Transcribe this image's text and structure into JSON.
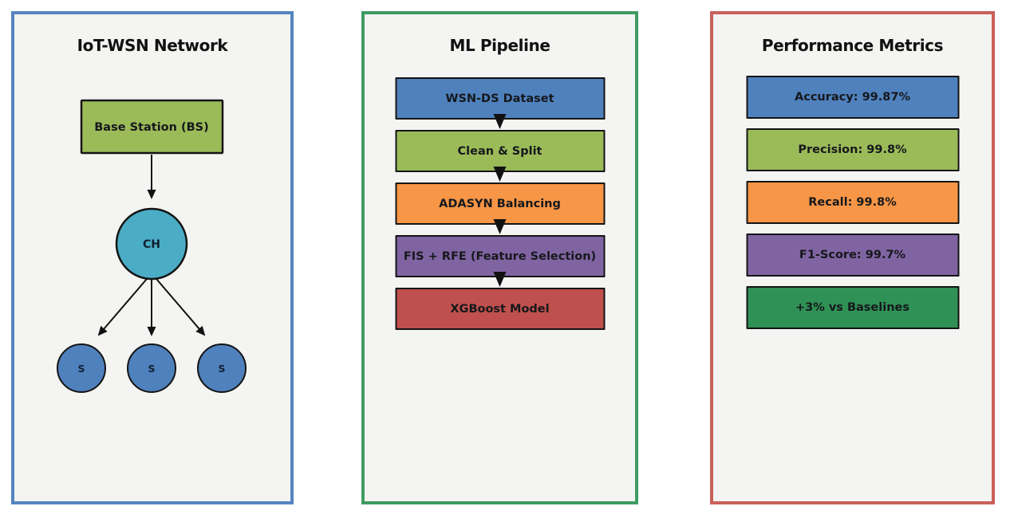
{
  "palette": {
    "blue": "#4F81BD",
    "yellow_green": "#9BBB59",
    "orange": "#F79646",
    "purple": "#8064A2",
    "red": "#C0504D",
    "cyan": "#4BACC6",
    "dark_green": "#2F9155",
    "panel_border_blue": "#5585C0",
    "panel_border_green": "#3F9B63",
    "panel_border_red": "#C9605B",
    "panel_background": "#F4F4F2",
    "arrow_black": "#111111"
  },
  "network_panel": {
    "title": "IoT-WSN Network",
    "base_station": {
      "label": "Base Station (BS)",
      "color": "#9BBB59"
    },
    "cluster_head": {
      "label": "CH",
      "color": "#4BACC6"
    },
    "sensors": [
      {
        "label": "S",
        "color": "#4F81BD"
      },
      {
        "label": "S",
        "color": "#4F81BD"
      },
      {
        "label": "S",
        "color": "#4F81BD"
      }
    ]
  },
  "pipeline_panel": {
    "title": "ML Pipeline",
    "steps": [
      {
        "label": "WSN-DS Dataset",
        "color": "#4F81BD"
      },
      {
        "label": "Clean & Split",
        "color": "#9BBB59"
      },
      {
        "label": "ADASYN Balancing",
        "color": "#F79646"
      },
      {
        "label": "FIS + RFE (Feature Selection)",
        "color": "#8064A2"
      },
      {
        "label": "XGBoost Model",
        "color": "#C0504D"
      }
    ]
  },
  "metrics_panel": {
    "title": "Performance Metrics",
    "metrics": [
      {
        "label": "Accuracy: 99.87%",
        "color": "#4F81BD"
      },
      {
        "label": "Precision: 99.8%",
        "color": "#9BBB59"
      },
      {
        "label": "Recall: 99.8%",
        "color": "#F79646"
      },
      {
        "label": "F1-Score: 99.7%",
        "color": "#8064A2"
      },
      {
        "label": "+3% vs Baselines",
        "color": "#2F9155"
      }
    ]
  }
}
